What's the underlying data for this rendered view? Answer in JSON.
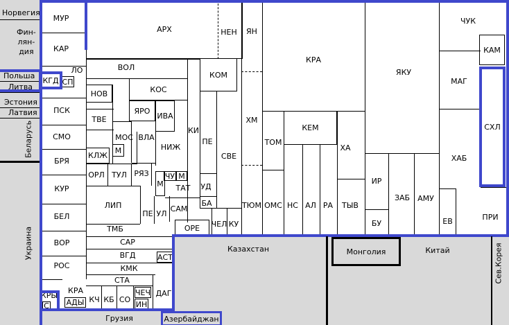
{
  "map": {
    "countries": {
      "norway": "Норвегия",
      "finland": "Фин-\nлян-\nдия",
      "poland": "Польша",
      "lithuania": "Литва",
      "estonia": "Эстония",
      "latvia": "Латвия",
      "belarus": "Беларусь",
      "ukraine": "Украина",
      "kazakhstan": "Казахстан",
      "mongolia": "Монголия",
      "china": "Китай",
      "north_korea": "Сев.Корея",
      "georgia": "Грузия",
      "azerbaijan": "Азербайджан"
    },
    "regions": {
      "mur": "МУР",
      "kar": "КАР",
      "arh": "АРХ",
      "nen": "НЕН",
      "yan": "ЯН",
      "chuk": "ЧУК",
      "kam": "КАМ",
      "lo": "ЛО",
      "kgd": "КГД",
      "sp": "СП",
      "vol": "ВОЛ",
      "kom": "КОМ",
      "kra_krasnoyarsk": "КРА",
      "yaku": "ЯКУ",
      "mag": "МАГ",
      "nov": "НОВ",
      "kos": "КОС",
      "psk": "ПСК",
      "yaro": "ЯРО",
      "tve": "ТВЕ",
      "iva": "ИВА",
      "ki": "КИ",
      "hm": "ХМ",
      "kem": "КЕМ",
      "shl": "СХЛ",
      "smo": "СМО",
      "mos": "МОС",
      "vla": "ВЛА",
      "nizh": "НИЖ",
      "pe": "ПЕ",
      "tom": "ТОМ",
      "ha": "ХА",
      "klzh": "КЛЖ",
      "m": "М",
      "sve": "СВЕ",
      "hab": "ХАБ",
      "brya": "БРЯ",
      "orl": "ОРЛ",
      "tul": "ТУЛ",
      "ryaz": "РЯЗ",
      "chu": "ЧУ",
      "m2": "М",
      "ir": "ИР",
      "kur": "КУР",
      "m3": "М",
      "ud": "УД",
      "tat": "ТАТ",
      "lip": "ЛИП",
      "tyum": "ТЮМ",
      "oms": "ОМС",
      "ns": "НС",
      "al": "АЛ",
      "ra": "РА",
      "tyv": "ТЫВ",
      "zab": "ЗАБ",
      "amu": "АМУ",
      "bel": "БЕЛ",
      "pe2": "ПЕ",
      "ul": "УЛ",
      "sam": "САМ",
      "ba": "БА",
      "ev": "ЕВ",
      "pri": "ПРИ",
      "tmb": "ТМБ",
      "ore": "ОРЕ",
      "chel": "ЧЕЛ",
      "ku": "КУ",
      "bu": "БУ",
      "vor": "ВОР",
      "sar": "САР",
      "ros": "РОС",
      "vgd": "ВГД",
      "ast": "АСТ",
      "kmk": "КМК",
      "sta": "СТА",
      "kra_krasnodar": "КРА",
      "kry": "КРЫ",
      "s": "С",
      "che": "ЧЕЧ",
      "ady": "АДЫ",
      "kch": "КЧ",
      "kb": "КБ",
      "so": "СО",
      "in": "ИН",
      "dag": "ДАГ"
    }
  }
}
